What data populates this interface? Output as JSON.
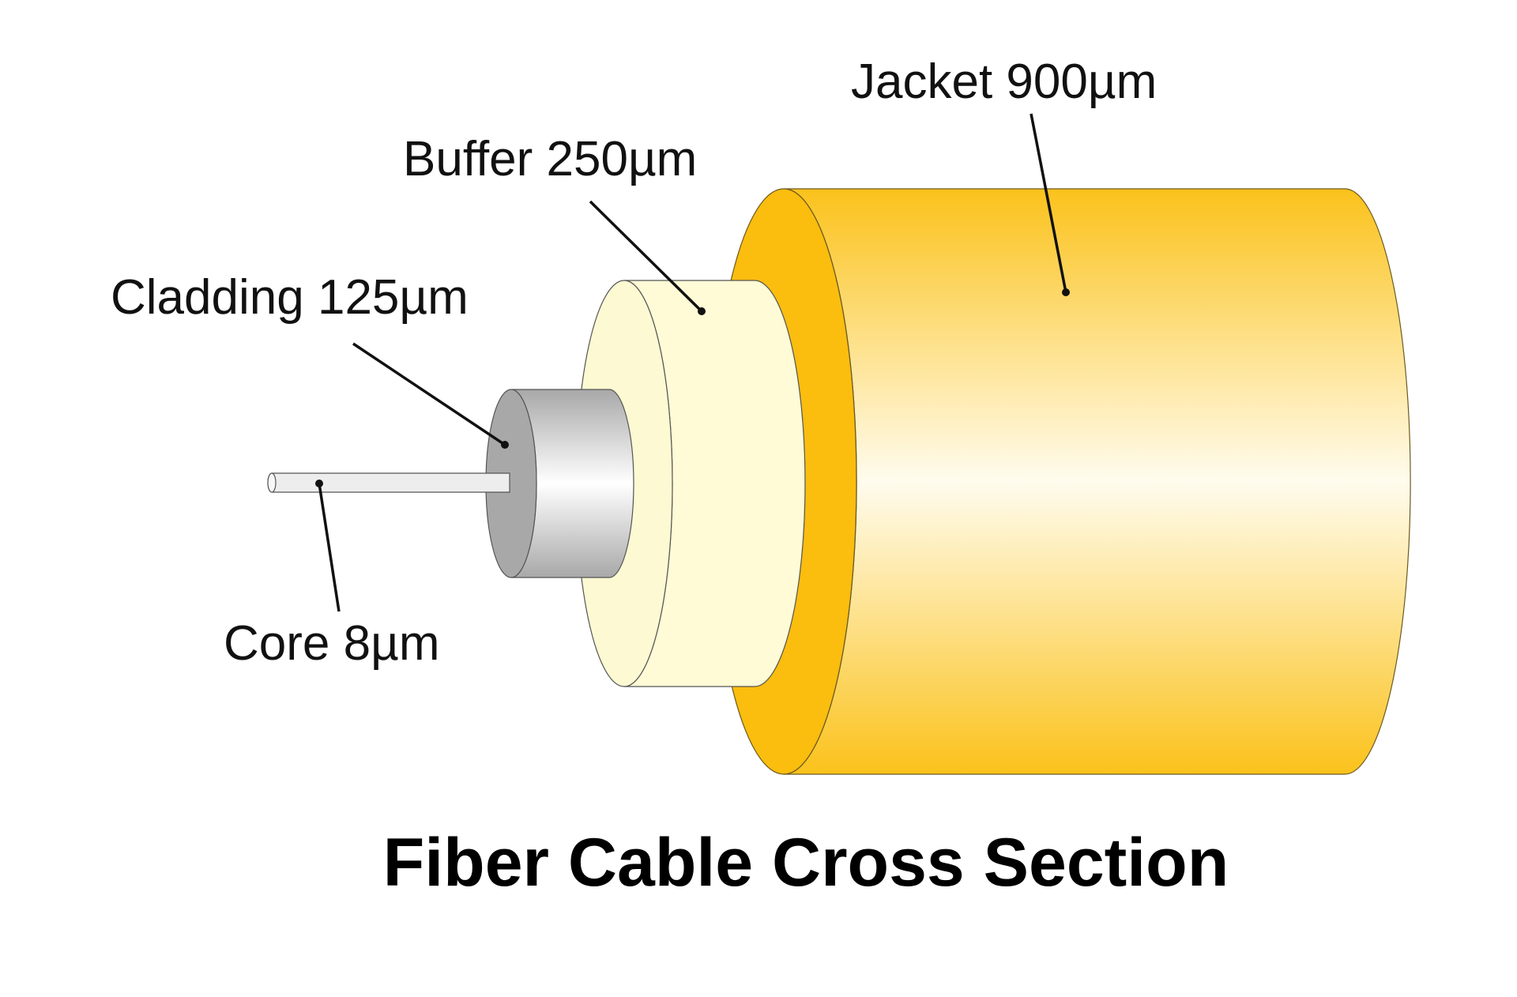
{
  "labels": {
    "jacket": "Jacket 900µm",
    "buffer": "Buffer 250µm",
    "cladding": "Cladding 125µm",
    "core": "Core 8µm"
  },
  "title": "Fiber Cable Cross Section",
  "colors": {
    "jacket": "#FBBD0E",
    "buffer": "#FFFBD6",
    "cladding": "#A8A8A8",
    "core": "#EDEDED"
  }
}
